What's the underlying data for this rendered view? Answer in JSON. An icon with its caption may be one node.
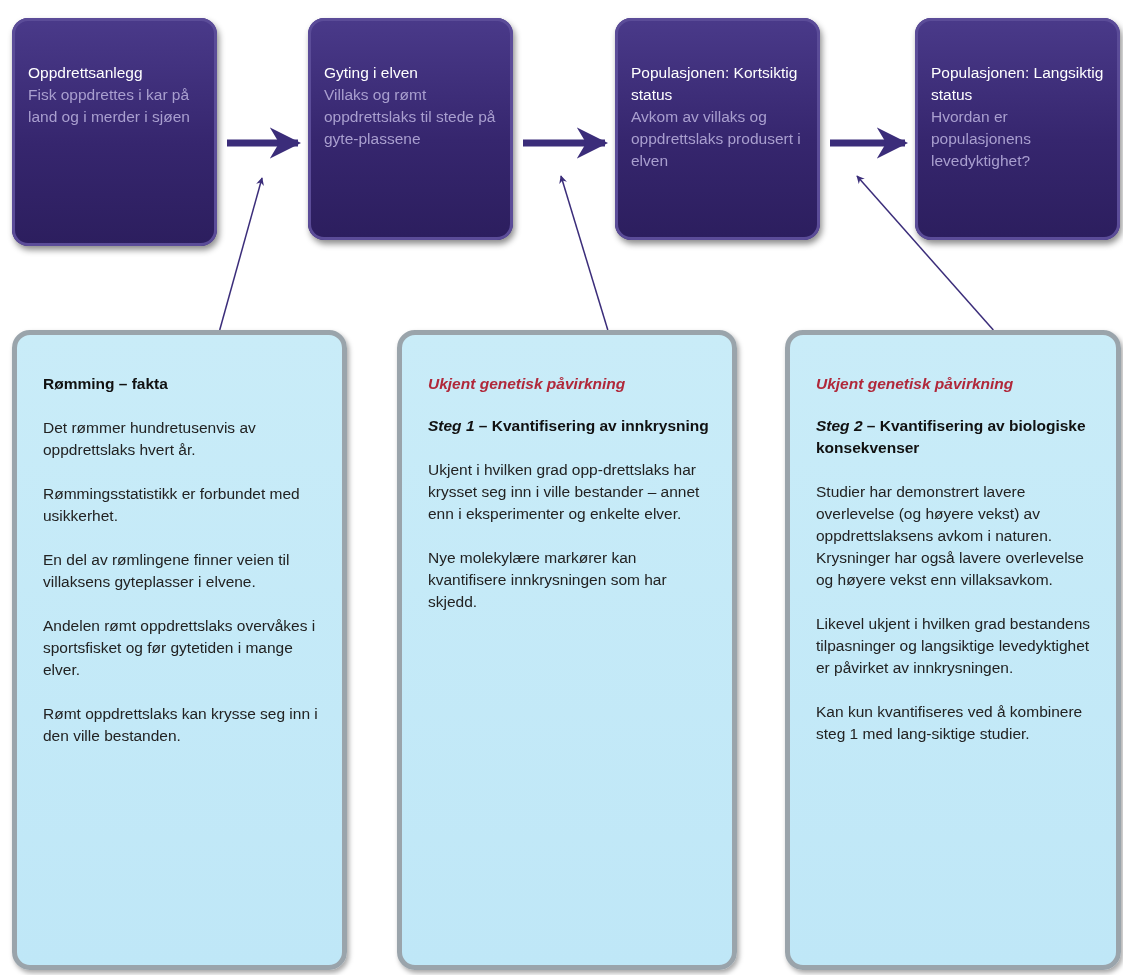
{
  "diagram": {
    "nodes": [
      {
        "text": [
          "Oppdrettsanlegg",
          "Fisk oppdrettes i kar på land og i merder i sjøen"
        ]
      },
      {
        "text": [
          "Gyting i elven",
          "Villaks og rømt oppdrettslaks til stede på gyte-plassene"
        ]
      },
      {
        "text": [
          "Populasjonen: Kortsiktig status",
          "Avkom av villaks og oppdrettslaks produsert i elven"
        ]
      },
      {
        "text": [
          "Populasjonen: Langsiktig status",
          "Hvordan er populasjonens levedyktighet?"
        ]
      },
      {
        "text": [
          "Rømming – fakta",
          "Det rømmer hundretusenvis av oppdrettslaks hvert år.",
          "Rømmingsstatistikk er forbundet med usikkerhet.",
          "En del av rømlingene finner veien til villaksens gyteplasser i elvene.",
          "Andelen rømt oppdrettslaks overvåkes i sportsfisket og før gytetiden i mange elver.",
          "Rømt oppdrettslaks kan krysse seg inn i den ville bestanden."
        ]
      },
      {
        "text": [
          "Ukjent genetisk påvirkning",
          "*Steg 1* – Kvantifisering av innkrysning",
          "Ukjent i hvilken grad opp-drettslaks har krysset seg inn i ville bestander – annet enn i eksperimenter og enkelte elver.",
          "Nye molekylære markører kan kvantifisere innkrysningen som har skjedd."
        ]
      },
      {
        "text": [
          "Ukjent genetisk påvirkning",
          "*Steg 2* – Kvantifisering av biologiske konsekvenser",
          "Studier har demonstrert lavere overlevelse (og høyere vekst) av oppdrettslaksens avkom i naturen. Krysninger har også lavere overlevelse og høyere vekst enn villaksavkom.",
          "Likevel ukjent i hvilken grad bestandens tilpasninger og langsiktige levedyktighet er påvirket av innkrysningen.",
          "Kan kun kvantifiseres ved å kombinere steg 1 med lang-siktige studier."
        ]
      }
    ],
    "edges": [
      {
        "from": 0,
        "to": 1,
        "arrow": "to",
        "style": "thick"
      },
      {
        "from": 1,
        "to": 2,
        "arrow": "to",
        "style": "thick"
      },
      {
        "from": 2,
        "to": 3,
        "arrow": "to",
        "style": "thick"
      },
      {
        "from": 4,
        "to": null,
        "arrow": "to"
      },
      {
        "from": 5,
        "to": null,
        "arrow": "to"
      },
      {
        "from": 6,
        "to": null,
        "arrow": "to"
      }
    ]
  }
}
